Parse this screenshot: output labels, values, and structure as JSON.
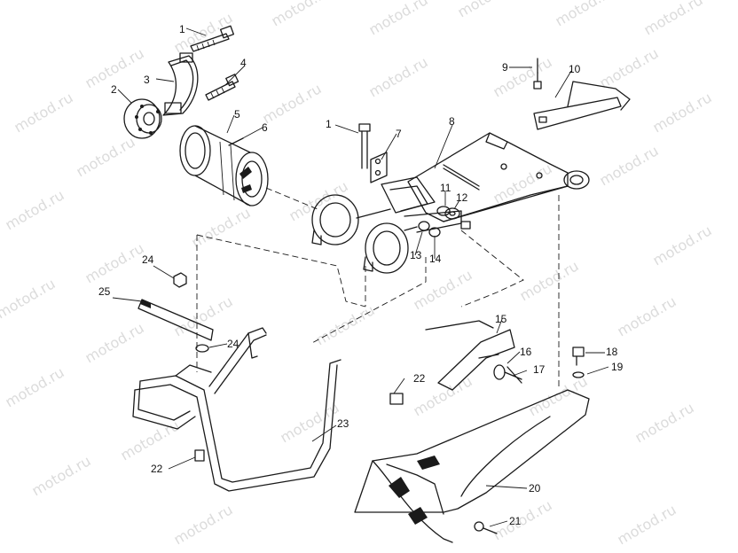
{
  "watermark": {
    "text": "motod.ru"
  },
  "callouts": {
    "c1a": "1",
    "c1b": "1",
    "c2": "2",
    "c3": "3",
    "c4": "4",
    "c5": "5",
    "c6": "6",
    "c7": "7",
    "c8": "8",
    "c9": "9",
    "c10": "10",
    "c11": "11",
    "c12": "12",
    "c13": "13",
    "c14": "14",
    "c15": "15",
    "c16": "16",
    "c17": "17",
    "c18": "18",
    "c19": "19",
    "c20": "20",
    "c21": "21",
    "c22a": "22",
    "c22b": "22",
    "c23": "23",
    "c24a": "24",
    "c24b": "24",
    "c25": "25"
  }
}
